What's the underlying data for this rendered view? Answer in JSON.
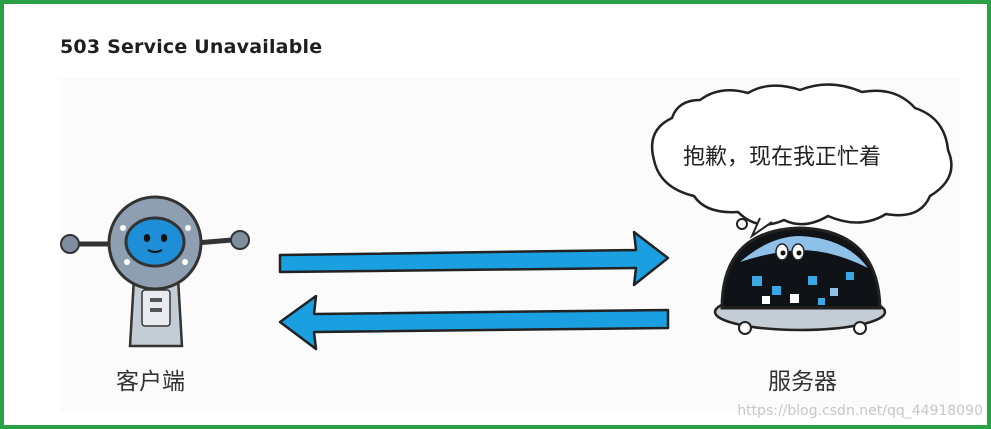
{
  "title": "503 Service Unavailable",
  "client": {
    "label": "客户端"
  },
  "server": {
    "label": "服务器",
    "speech": "抱歉，现在我正忙着"
  },
  "watermark": "https://blog.csdn.net/qq_44918090",
  "colors": {
    "frame": "#2aa146",
    "arrow": "#1a9fe0",
    "robot_body": "#8e9fb2",
    "robot_face": "#1e8fd6"
  },
  "icons": {
    "client": "robot-client-icon",
    "server": "dome-server-icon"
  }
}
